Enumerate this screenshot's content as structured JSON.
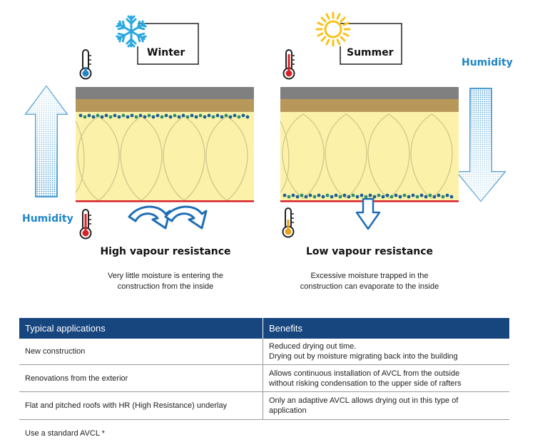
{
  "diagram": {
    "winter": {
      "season_label": "Winter",
      "humidity_label": "Humidity",
      "heading": "High vapour resistance",
      "description": [
        "Very little moisture is entering the",
        "construction from the inside"
      ]
    },
    "summer": {
      "season_label": "Summer",
      "humidity_label": "Humidity",
      "heading": "Low vapour resistance",
      "description": [
        "Excessive moisture trapped in the",
        "construction can evaporate to the inside"
      ]
    },
    "colors": {
      "roof_grey": "#808080",
      "timber_brown": "#b8975a",
      "insulation_yellow": "#fbf1a8",
      "membrane_red": "#d82027",
      "moisture_blue": "#1a5f97",
      "moisture_green": "#2a8f6c",
      "arrow_blue": "#1f86c8",
      "snow_blue": "#29a8e0",
      "sun_yellow": "#f7c31b"
    },
    "icons": [
      "snowflake-icon",
      "sun-icon",
      "thermometer-icon"
    ]
  },
  "table": {
    "headers": [
      "Typical applications",
      "Benefits"
    ],
    "rows": [
      {
        "application": "New construction",
        "benefit": [
          "Reduced drying out time.",
          "Drying out by moisture migrating back into the building"
        ]
      },
      {
        "application": "Renovations from the exterior",
        "benefit": [
          "Allows continuous installation of AVCL from the outside",
          "without risking condensation to the upper side of rafters"
        ]
      },
      {
        "application": "Flat and pitched roofs with HR (High Resistance) underlay",
        "benefit": [
          "Only an adaptive AVCL allows drying out in this type of",
          "application"
        ]
      },
      {
        "application": "Use a standard AVCL *",
        "benefit": []
      }
    ]
  }
}
